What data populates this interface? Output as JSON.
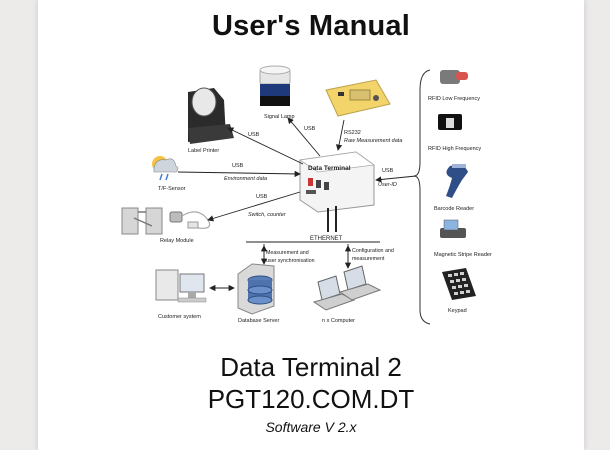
{
  "document": {
    "title": "User's Manual",
    "product_line1": "Data Terminal 2",
    "product_line2": "PGT120.COM.DT",
    "software": "Software V 2.x"
  },
  "diagram": {
    "center": "Data Terminal",
    "devices": {
      "label_printer": "Label Printer",
      "signal_lamp": "Signal Lamp",
      "measurement_device_link": "RS232",
      "measurement_device_data": "Raw Measurement data",
      "tf_sensor": "T/F-Sensor",
      "relay_module": "Relay Module",
      "customer_system": "Customer system",
      "database_server": "Database Server",
      "computer": "n x Computer",
      "rfid_low": "RFID Low Frequency",
      "rfid_high": "RFID High Frequency",
      "barcode": "Barcode Reader",
      "magstripe": "Magnetic Stripe Reader",
      "keypad": "Keypad"
    },
    "links": {
      "usb_printer": "USB",
      "usb_lamp": "USB",
      "usb_env": "USB",
      "env_data": "Environment data",
      "usb_relay": "USB",
      "switch_counter": "Switch, counter",
      "usb_userid": "USB",
      "user_id": "User-ID",
      "ethernet": "ETHERNET",
      "measurement_sync_1": "Measurement and",
      "measurement_sync_2": "user synchronisation",
      "config_1": "Configuration and",
      "config_2": "measurement"
    }
  },
  "colors": {
    "page": "#ffffff",
    "background": "#ecebea",
    "ink": "#111111",
    "lamp_blue": "#2a5db0",
    "rfid_red": "#d9534f",
    "device_yellow": "#f2d46b"
  }
}
